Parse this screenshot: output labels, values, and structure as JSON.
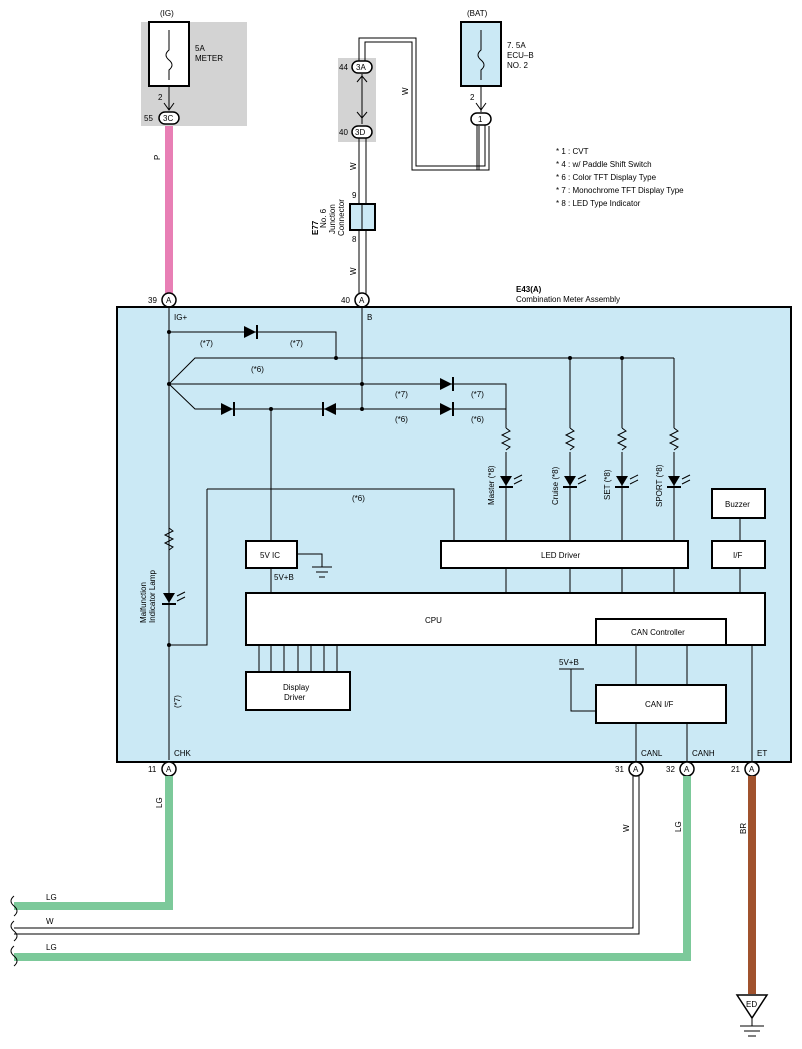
{
  "ig": {
    "label": "(IG)",
    "fuse": "5A",
    "fuse_name": "METER",
    "pin": "2",
    "conn_pin": "55",
    "conn": "3C",
    "wire_color": "P"
  },
  "bat": {
    "label": "(BAT)",
    "fuse": "7. 5A",
    "fuse_name1": "ECU–B",
    "fuse_name2": "NO. 2",
    "pin": "2",
    "conn": "1"
  },
  "jb": {
    "wire_w": "W",
    "c1_pin": "44",
    "c1": "3A",
    "c2_pin": "40",
    "c2": "3D",
    "e77_code": "E77",
    "e77_name1": "No. 6",
    "e77_name2": "Junction",
    "e77_name3": "Connector",
    "e77_pin_top": "9",
    "e77_pin_bot": "8"
  },
  "notes": [
    "* 1 : CVT",
    "* 4 : w/ Paddle Shift Switch",
    "* 6 : Color TFT Display Type",
    "* 7 : Monochrome TFT Display Type",
    "* 8 : LED Type Indicator"
  ],
  "meter": {
    "code": "E43(A)",
    "name": "Combination Meter Assembly",
    "pin39": "39",
    "pin40": "40",
    "conn": "A",
    "ig_label": "IG+",
    "b_label": "B",
    "chk_label": "CHK",
    "canl_label": "CANL",
    "canh_label": "CANH",
    "et_label": "ET",
    "pin11": "11",
    "pin31": "31",
    "pin32": "32",
    "pin21": "21"
  },
  "internal": {
    "n7": "(*7)",
    "n6": "(*6)",
    "mil_line1": "Malfunction",
    "mil_line2": "Indicator Lamp",
    "led_master": "Master (*8)",
    "led_cruise": "Cruise (*8)",
    "led_set": "SET (*8)",
    "led_sport": "SPORT (*8)",
    "buzzer": "Buzzer",
    "if_label": "I/F",
    "led_driver": "LED Driver",
    "vic": "5V IC",
    "v5b": "5V+B",
    "cpu": "CPU",
    "can_controller": "CAN Controller",
    "can_if": "CAN I/F",
    "display_driver1": "Display",
    "display_driver2": "Driver"
  },
  "wires": {
    "lg": "LG",
    "w": "W",
    "br": "BR",
    "ground": "ED"
  },
  "colors": {
    "pink": "#e87fb5",
    "green": "#7cc99a",
    "brown": "#a0522d",
    "meter_fill": "#cbe9f5",
    "jb_fill": "#d3d3d3"
  }
}
